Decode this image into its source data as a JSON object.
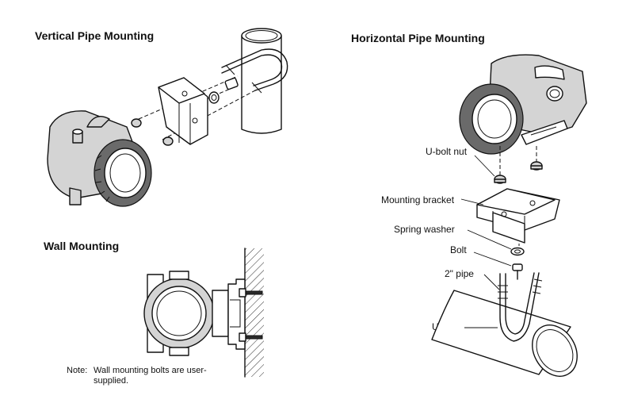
{
  "sections": {
    "vertical": {
      "title": "Vertical Pipe Mounting"
    },
    "wall": {
      "title": "Wall Mounting"
    },
    "horizontal": {
      "title": "Horizontal Pipe Mounting"
    }
  },
  "callouts": {
    "ubolt_nut": "U-bolt nut",
    "mounting_bracket": "Mounting bracket",
    "spring_washer": "Spring washer",
    "bolt": "Bolt",
    "pipe": "2\" pipe",
    "ubolt": "U-bolt"
  },
  "note": {
    "label": "Note:",
    "text": "Wall mounting bolts are user-supplied."
  }
}
